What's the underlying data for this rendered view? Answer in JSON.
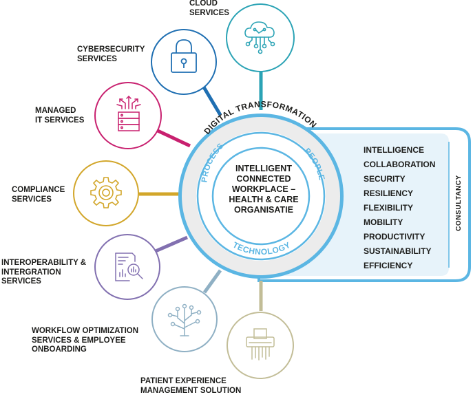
{
  "colors": {
    "accent_blue": "#5bb6e3",
    "light_blue_fill": "#e7f3fa",
    "ring_grey": "#ececec",
    "cloud": "#2ba3b5",
    "cybersecurity": "#1f6fb2",
    "managed_it": "#c8206f",
    "compliance": "#d2a62a",
    "interoperability": "#8270b0",
    "workflow": "#8fb0c4",
    "patient": "#c2bd97"
  },
  "services": [
    {
      "lines": [
        "CLOUD",
        "SERVICES"
      ],
      "icon": "cloud-network-icon"
    },
    {
      "lines": [
        "CYBERSECURITY",
        "SERVICES"
      ],
      "icon": "lock-icon"
    },
    {
      "lines": [
        "MANAGED",
        "IT SERVICES"
      ],
      "icon": "server-arrows-icon"
    },
    {
      "lines": [
        "COMPLIANCE",
        "SERVICES"
      ],
      "icon": "gear-icon"
    },
    {
      "lines": [
        "INTEROPERABILITY &",
        "INTERGRATION",
        "SERVICES"
      ],
      "icon": "document-search-icon"
    },
    {
      "lines": [
        "WORKFLOW OPTIMIZATION",
        "SERVICES & EMPLOYEE",
        "ONBOARDING"
      ],
      "icon": "circuit-tree-icon"
    },
    {
      "lines": [
        "PATIENT EXPERIENCE",
        "MANAGEMENT SOLUTION"
      ],
      "icon": "shredder-icon"
    }
  ],
  "ring": {
    "outer_label": "DIGITAL TRANSFORMATION",
    "process": "PROCESS",
    "people": "PEOPLE",
    "technology": "TECHNOLOGY"
  },
  "center": {
    "lines": [
      "INTELLIGENT",
      "CONNECTED",
      "WORKPLACE –",
      "HEALTH & CARE",
      "ORGANISATIE"
    ]
  },
  "benefits": [
    "INTELLIGENCE",
    "COLLABORATION",
    "SECURITY",
    "RESILIENCY",
    "FLEXIBILITY",
    "MOBILITY",
    "PRODUCTIVITY",
    "SUSTAINABILITY",
    "EFFICIENCY"
  ],
  "consultancy": "CONSULTANCY"
}
